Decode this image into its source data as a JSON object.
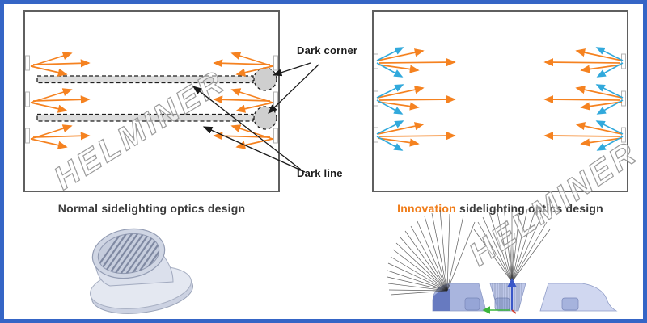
{
  "figure": {
    "left_panel": {
      "caption": "Normal sidelighting optics design",
      "watermark": "HELMINER"
    },
    "right_panel": {
      "caption_highlight": "Innovation",
      "caption_rest": " sidelighting optics design",
      "watermark": "HELMINER"
    },
    "annotations": {
      "dark_corner": "Dark corner",
      "dark_line": "Dark line"
    },
    "colors": {
      "frame_blue": "#3565c6",
      "orange_ray": "#f58220",
      "cyan_ray": "#31a9dc",
      "innovation_orange": "#f07d1a",
      "panel_border_gray": "#5f5f5f",
      "dark_region_gray": "#cfcfcf",
      "watermark_gray": "#9a9a9a"
    }
  }
}
